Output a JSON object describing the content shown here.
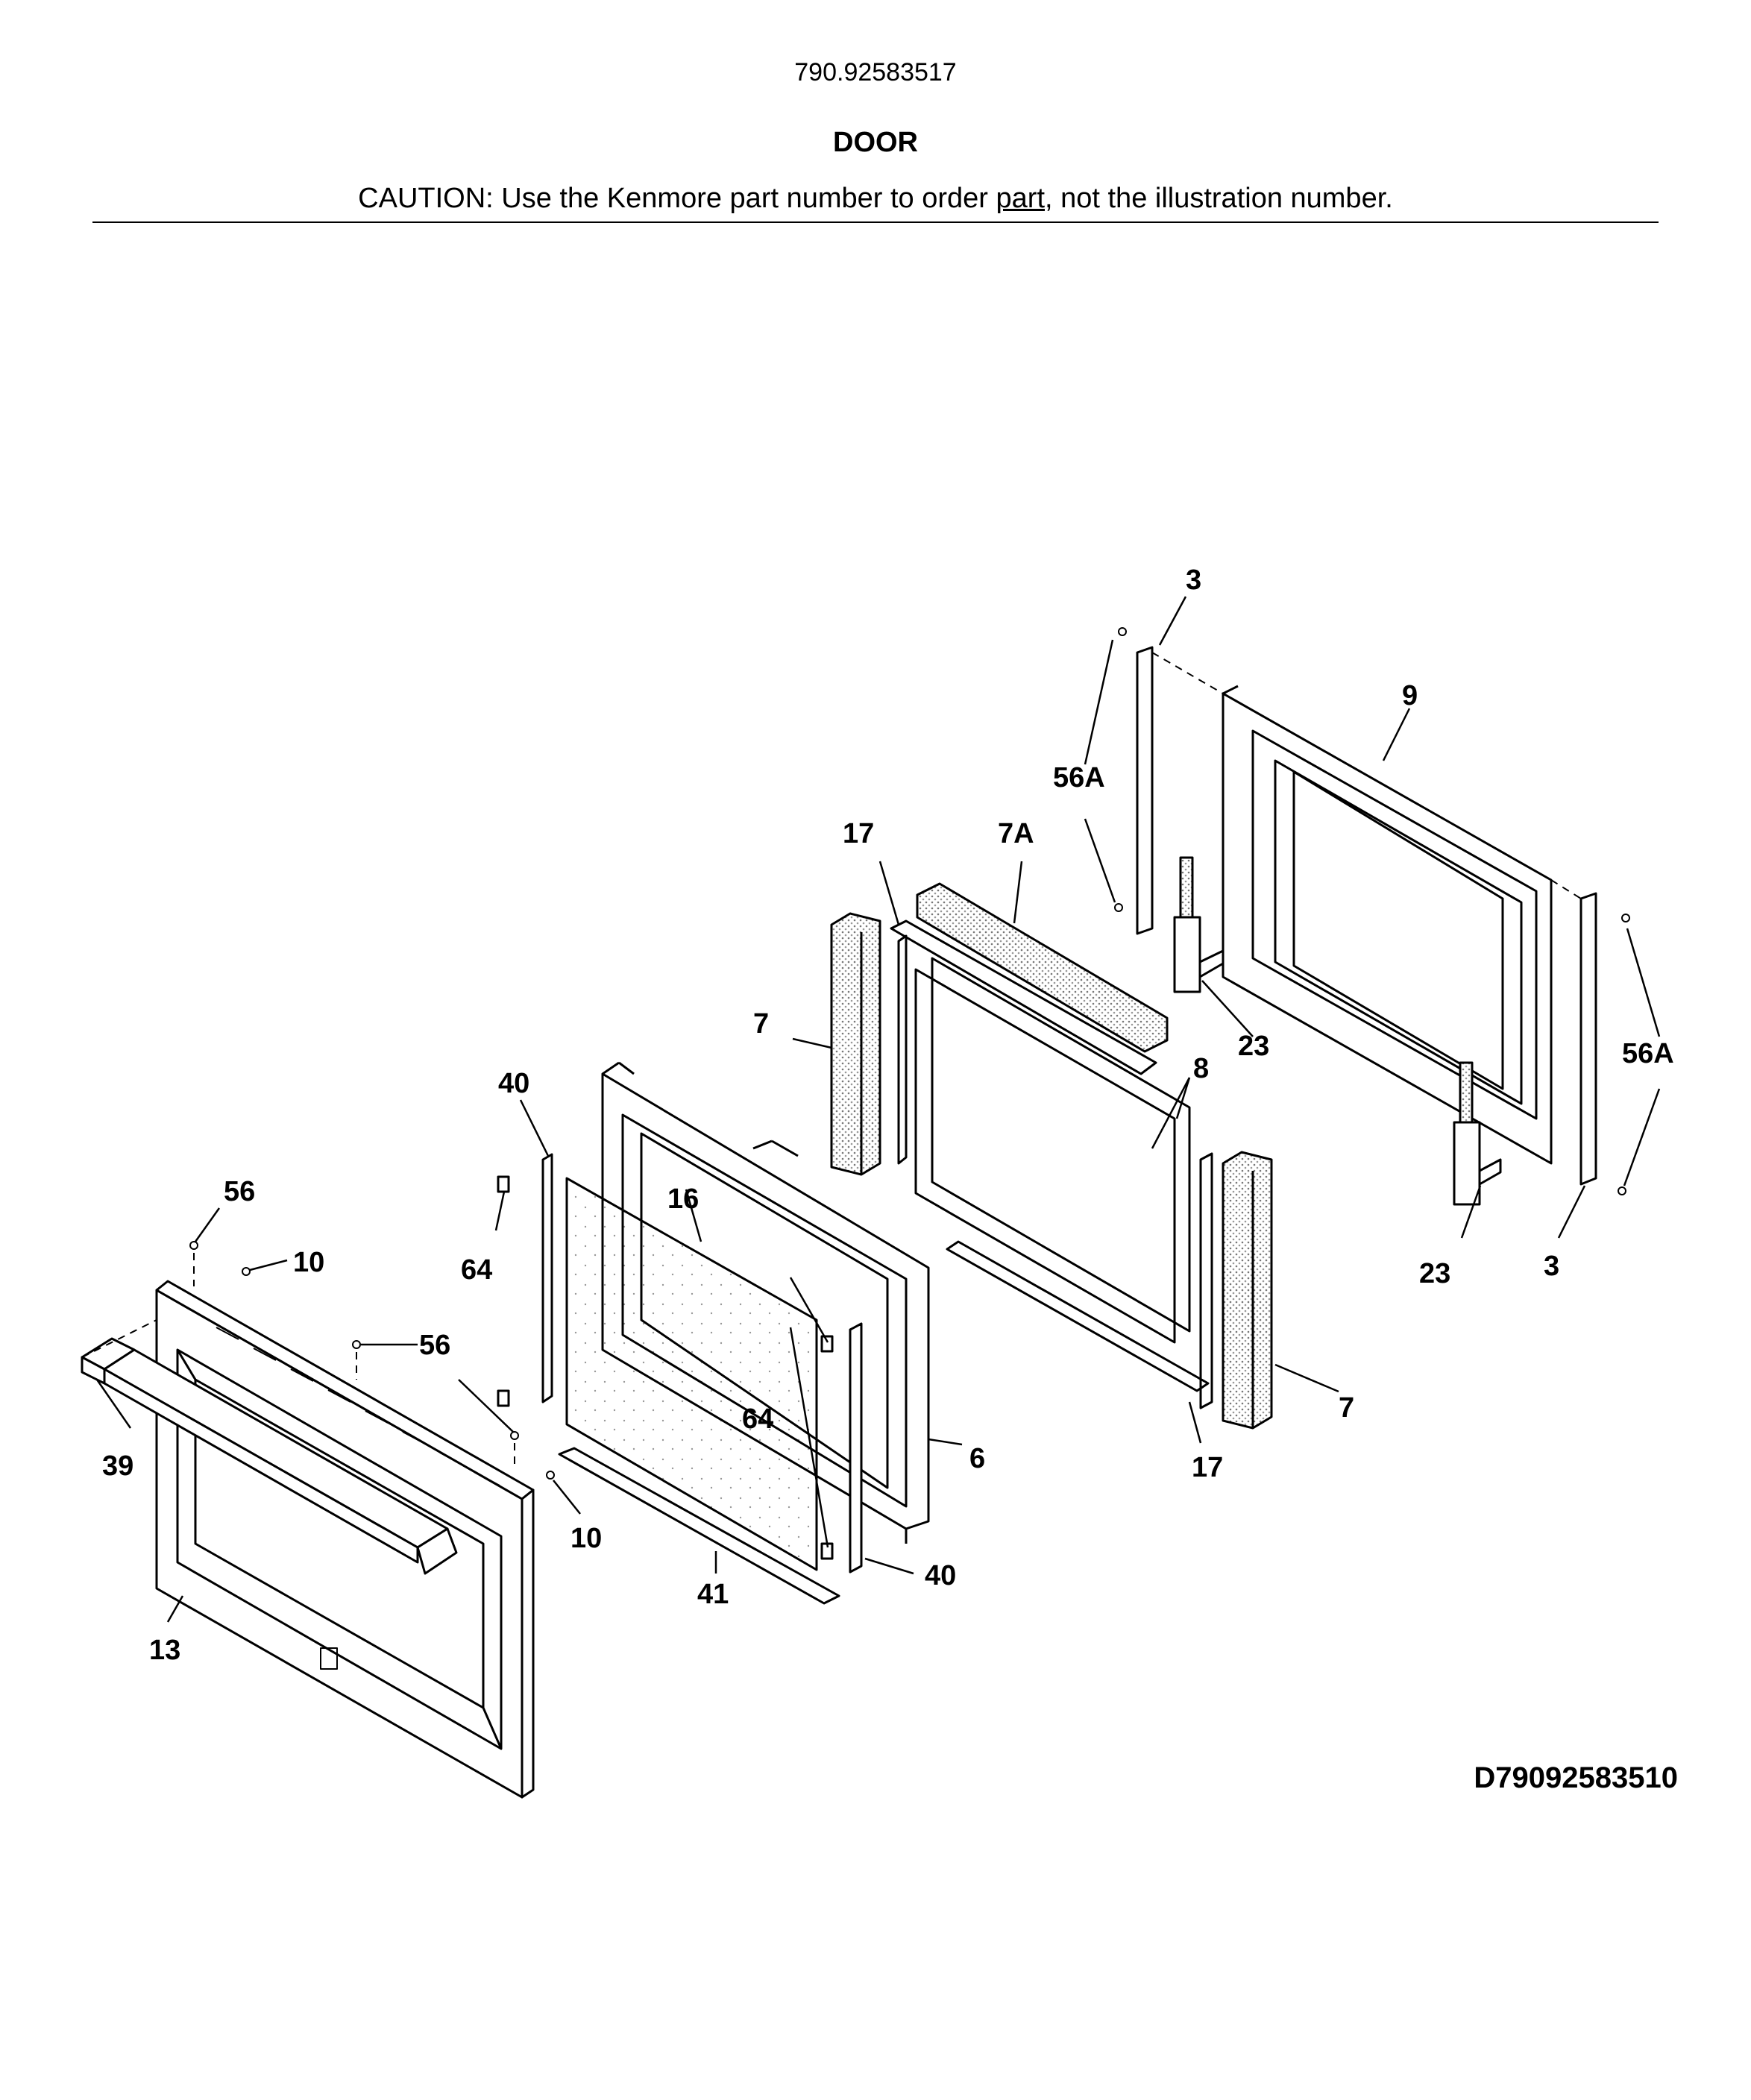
{
  "header": {
    "model_number": "790.92583517",
    "section_title": "DOOR",
    "caution_before": "CAUTION: Use the Kenmore part number to order ",
    "caution_link": "part",
    "caution_after": ", not the illustration number."
  },
  "diagram": {
    "callouts": {
      "c3_top": "3",
      "c9": "9",
      "c56a_left": "56A",
      "c56a_right": "56A",
      "c17_top": "17",
      "c7a": "7A",
      "c7_left": "7",
      "c23_top": "23",
      "c8": "8",
      "c40_top": "40",
      "c23_bottom": "23",
      "c3_bottom": "3",
      "c56_top": "56",
      "c10_top": "10",
      "c16": "16",
      "c64_left": "64",
      "c56_mid": "56",
      "c64_right": "64",
      "c7_right": "7",
      "c6": "6",
      "c39": "39",
      "c17_bottom": "17",
      "c10_bottom": "10",
      "c40_bottom": "40",
      "c41": "41",
      "c13": "13"
    },
    "drawing_code": "D79092583510"
  }
}
